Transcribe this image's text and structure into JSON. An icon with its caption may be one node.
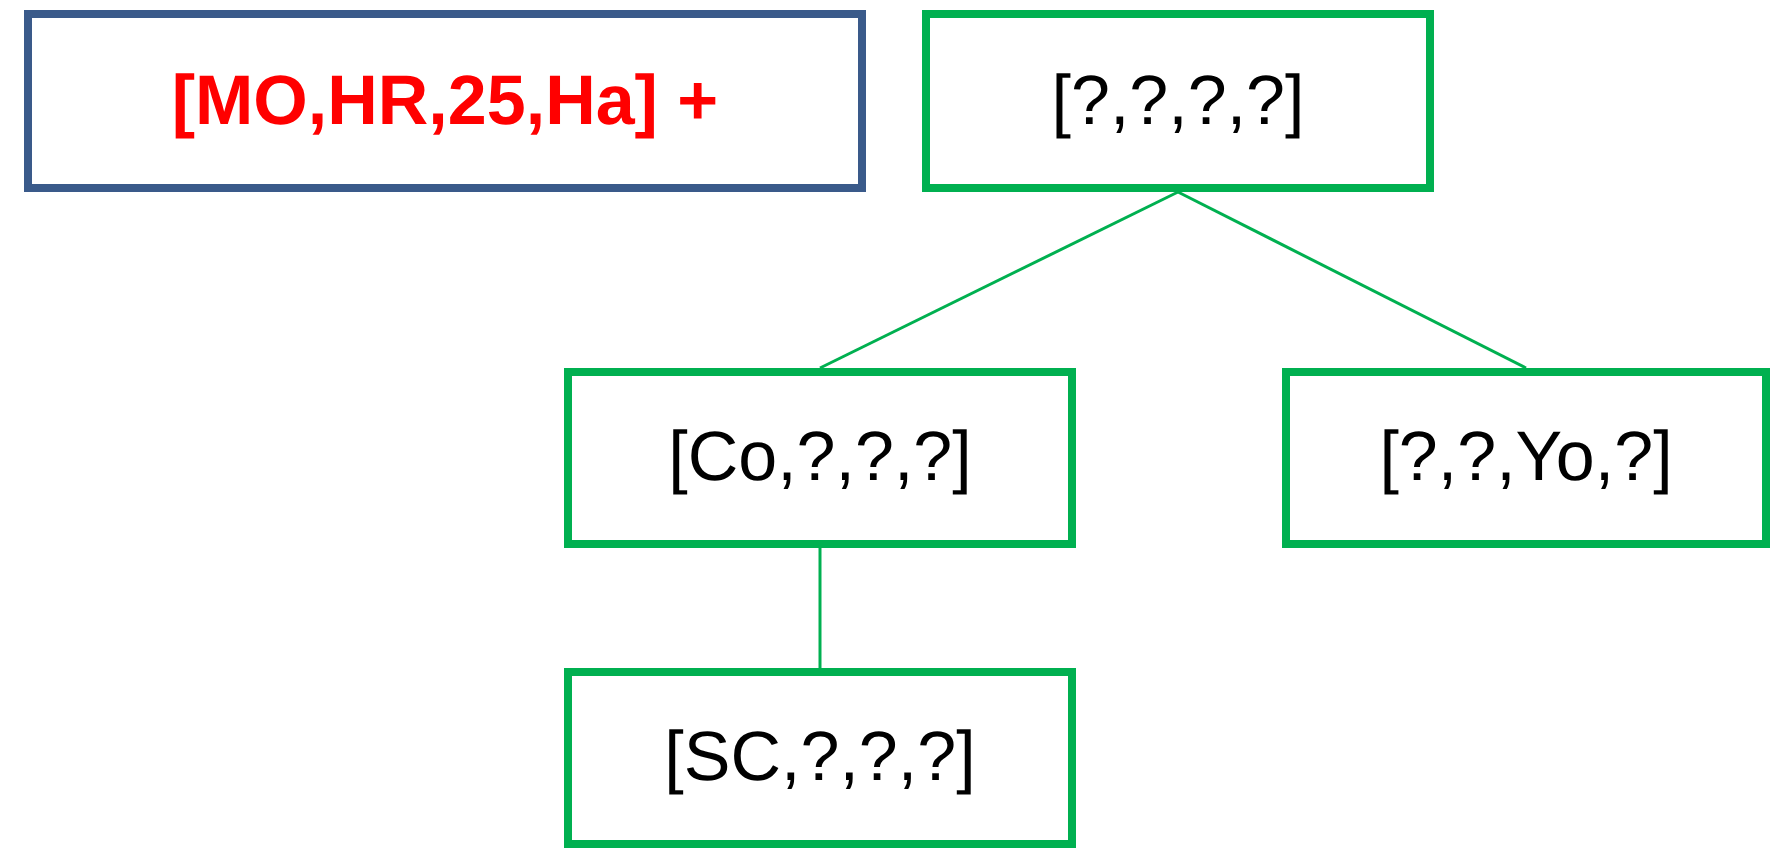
{
  "diagram": {
    "nodes": [
      {
        "text": [
          "[MO,HR,25,Ha] +"
        ]
      },
      {
        "text": [
          "[?,?,?,?]"
        ]
      },
      {
        "text": [
          "[Co,?,?,?]"
        ]
      },
      {
        "text": [
          "[?,?,Yo,?]"
        ]
      },
      {
        "text": [
          "[SC,?,?,?]"
        ]
      }
    ],
    "edges": [
      {
        "from": 1,
        "to": 2,
        "arrow": "none"
      },
      {
        "from": 1,
        "to": 3,
        "arrow": "none"
      },
      {
        "from": 2,
        "to": 4,
        "arrow": "none"
      }
    ]
  }
}
